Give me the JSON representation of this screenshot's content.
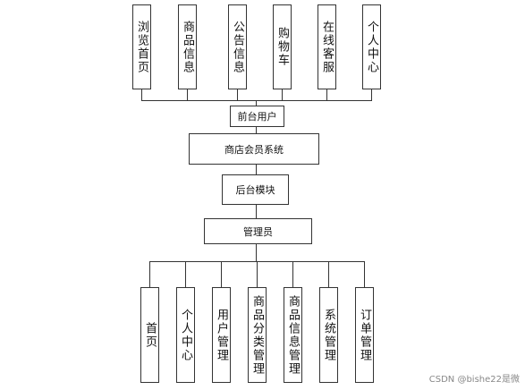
{
  "front_modules": [
    "浏览首页",
    "商品信息",
    "公告信息",
    "购物车",
    "在线客服",
    "个人中心"
  ],
  "front_user": "前台用户",
  "system": "商店会员系统",
  "back_module": "后台模块",
  "admin": "管理员",
  "admin_modules": [
    "首页",
    "个人中心",
    "用户管理",
    "商品分类管理",
    "商品信息管理",
    "系统管理",
    "订单管理"
  ],
  "watermark": "CSDN @bishe22是微"
}
